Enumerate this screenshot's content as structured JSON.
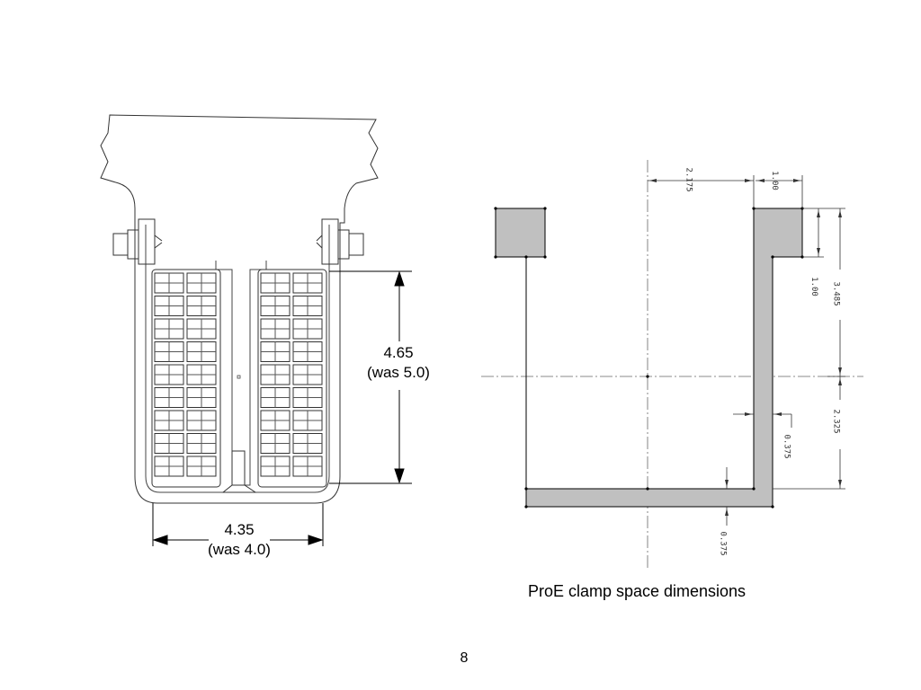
{
  "left_drawing": {
    "height_dim": {
      "value": "4.65",
      "was": "(was 5.0)"
    },
    "width_dim": {
      "value": "4.35",
      "was": "(was 4.0)"
    }
  },
  "right_drawing": {
    "caption": "ProE clamp space dimensions",
    "dimensions": {
      "half_width": "2.175",
      "flange_width": "1.00",
      "flange_height": "1.00",
      "upper_height": "3.485",
      "lower_height": "2.325",
      "wall_thickness": "0.375",
      "bottom_thickness": "0.375"
    }
  },
  "page": {
    "number": "8"
  },
  "colors": {
    "profile_fill": "#c0c0c0",
    "line": "#000000"
  }
}
